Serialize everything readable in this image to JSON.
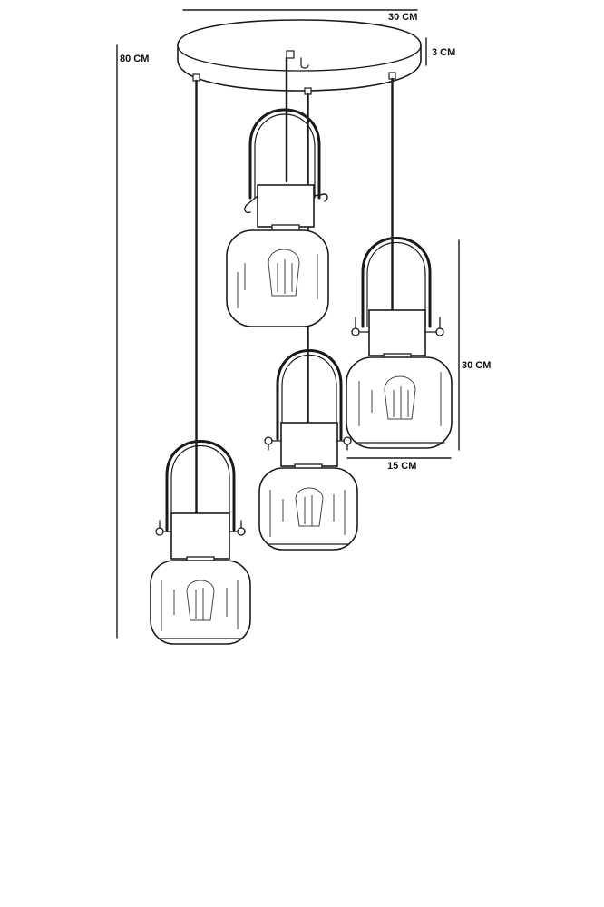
{
  "dimensions": {
    "canopy_diameter": "30 CM",
    "canopy_height": "3 CM",
    "total_height": "80 CM",
    "pendant_height": "30 CM",
    "pendant_width": "15 CM"
  },
  "colors": {
    "line": "#1a1a1a",
    "background": "#ffffff"
  },
  "pendant_count": 4
}
